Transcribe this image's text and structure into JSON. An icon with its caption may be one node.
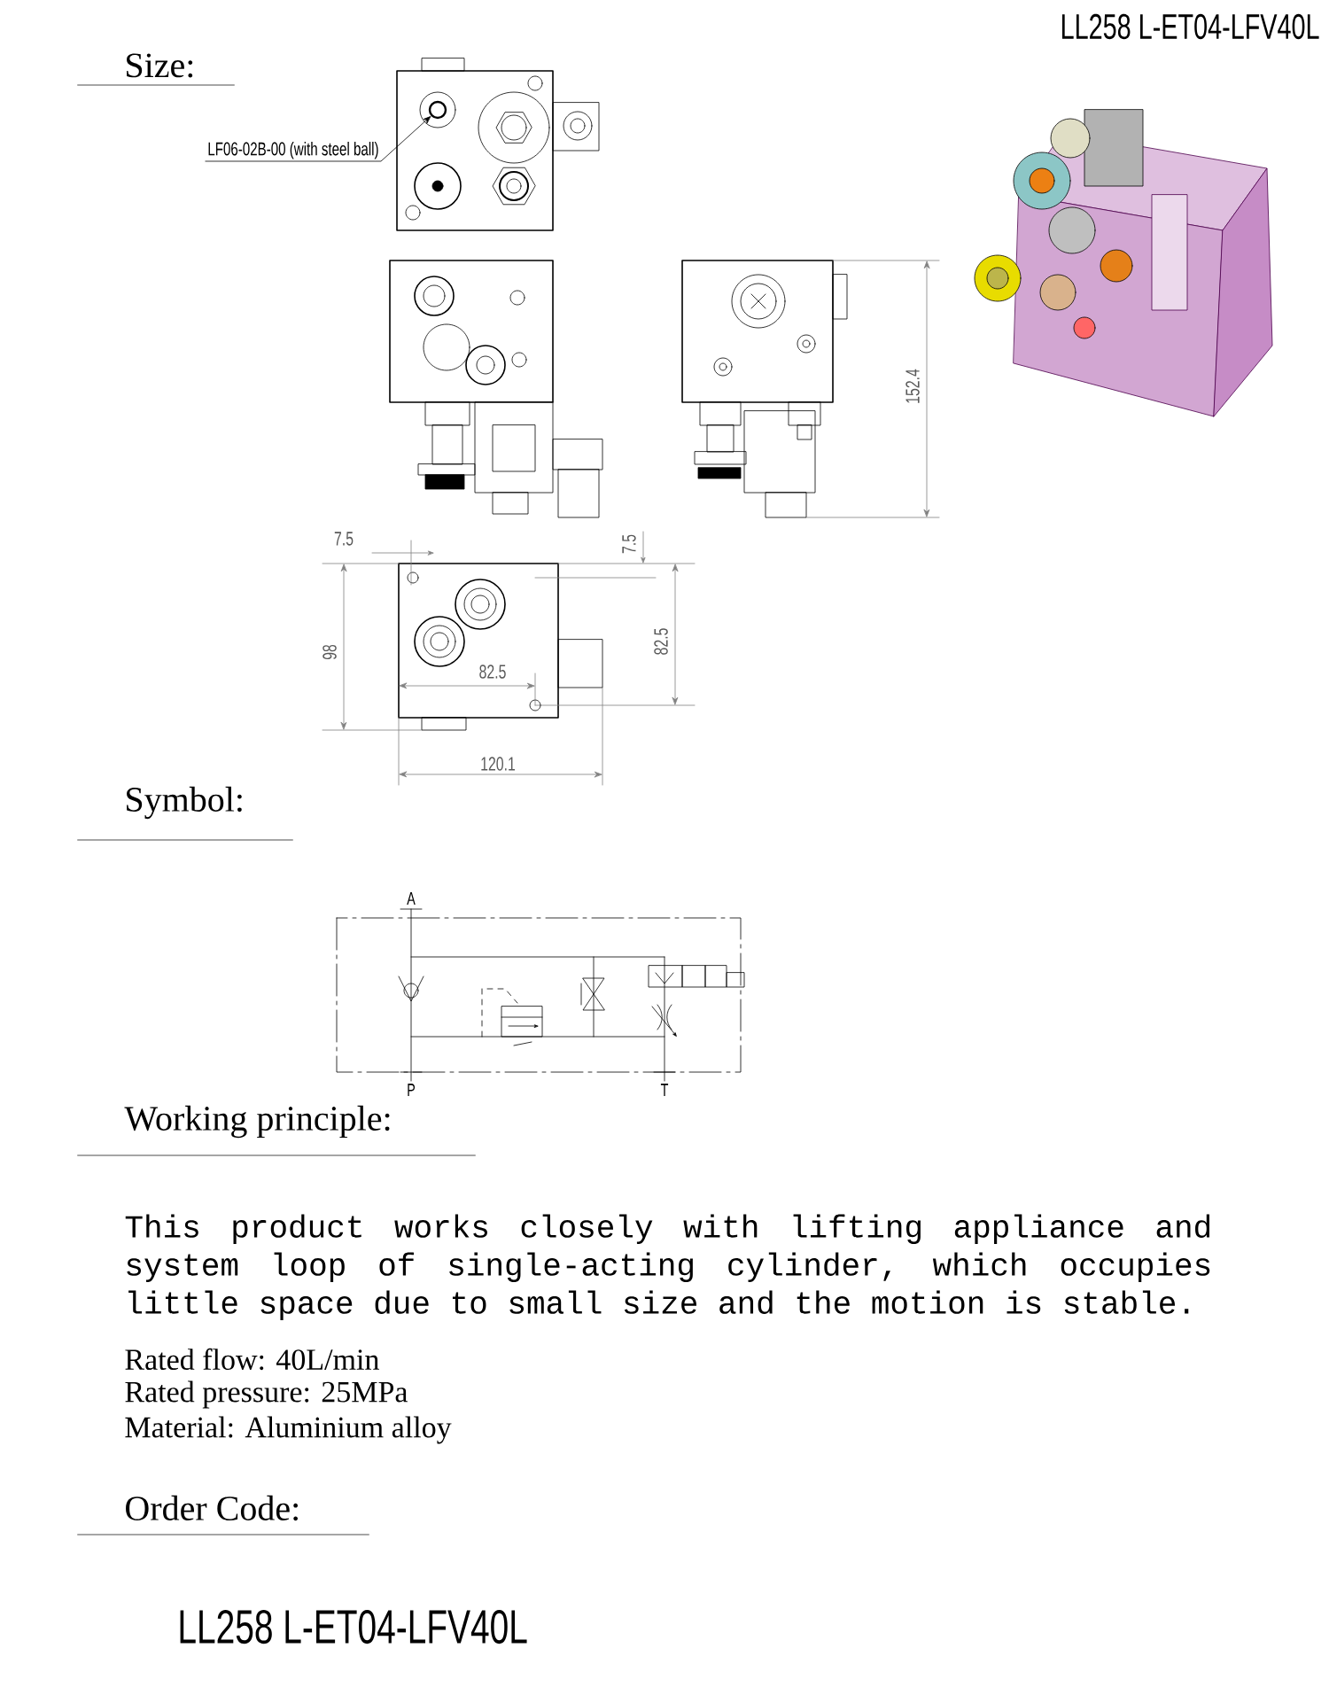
{
  "diagram": {
    "nodes": [
      {
        "text": [
          "LF06-02B-00 (with steel ball)"
        ]
      },
      {
        "text": [],
        "shape": "circle"
      }
    ],
    "edges": [
      {
        "from": 0,
        "to": 1,
        "arrow": "to"
      }
    ],
    "labels": [
      "LL258 L-ET04-LFV40L",
      "Size:",
      "152.4",
      "7.5",
      "7.5",
      "98",
      "82.5",
      "82.5",
      "120.1",
      "Symbol:",
      "A",
      "P",
      "T",
      "Working principle:",
      "This product works closely with lifting appliance and system loop of single-acting cylinder, which occupies little space due to small size and the motion is stable.",
      "Rated flow: 40L/min",
      "Rated pressure: 25MPa",
      "Material: Aluminium alloy",
      "Order Code:",
      "LL258 L-ET04-LFV40L"
    ]
  }
}
